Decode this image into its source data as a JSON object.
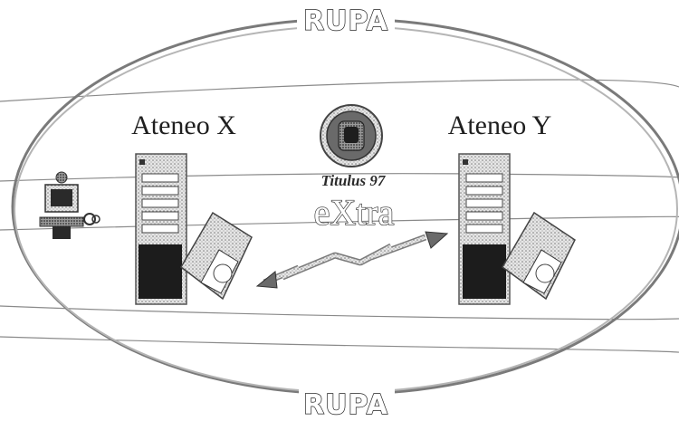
{
  "network": {
    "top_label": "RUPA",
    "bottom_label": "RUPA"
  },
  "nodes": {
    "left_title": "Ateneo X",
    "right_title": "Ateneo Y"
  },
  "seal": {
    "caption": "Titulus 97"
  },
  "link": {
    "label": "eXtra"
  },
  "icons": {
    "seal": "titulus-seal-icon",
    "left_server": "server-tower-icon",
    "right_server": "server-tower-icon",
    "workstation": "computer-workstation-icon",
    "connection": "lightning-arrow-icon"
  }
}
